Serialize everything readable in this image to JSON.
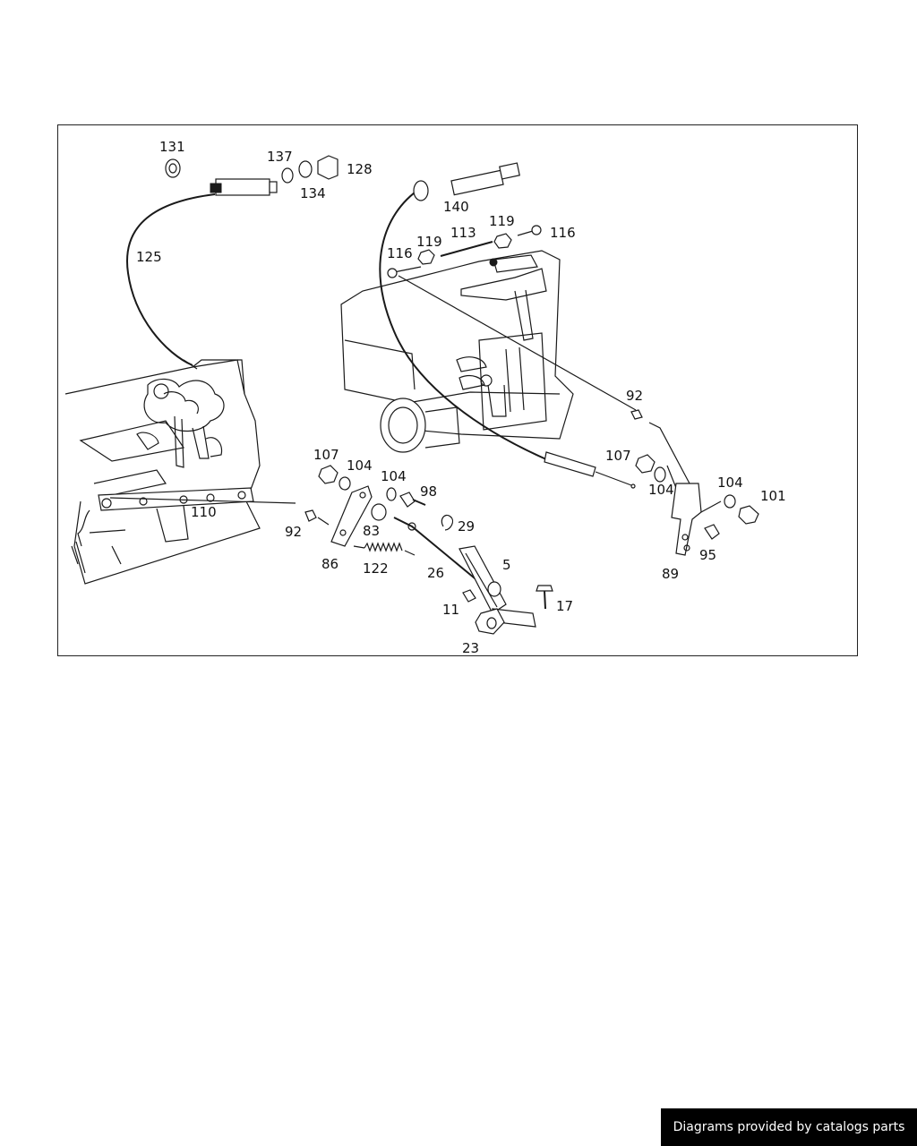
{
  "diagram": {
    "labels": [
      "131",
      "137",
      "128",
      "134",
      "140",
      "125",
      "119",
      "113",
      "119",
      "116",
      "116",
      "92",
      "107",
      "104",
      "104",
      "98",
      "107",
      "104",
      "104",
      "101",
      "110",
      "92",
      "83",
      "29",
      "86",
      "122",
      "26",
      "5",
      "89",
      "95",
      "11",
      "17",
      "23"
    ]
  },
  "footer": {
    "text": "Diagrams provided by catalogs parts"
  },
  "colors": {
    "line": "#1a1a1a",
    "badge_bg": "#000000",
    "badge_text": "#ffffff"
  }
}
